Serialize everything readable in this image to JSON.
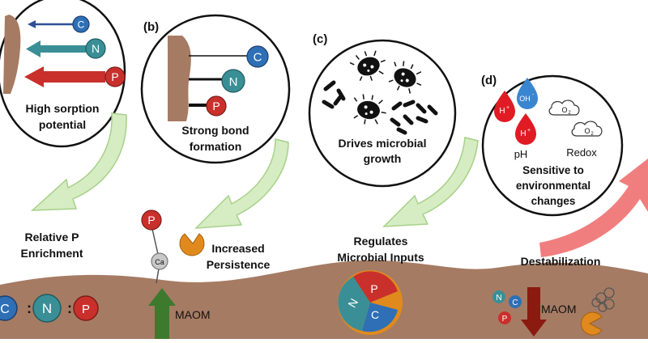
{
  "panels": {
    "b": {
      "letter": "(b)",
      "caption_line1": "Strong bond",
      "caption_line2": "formation"
    },
    "c": {
      "letter": "(c)",
      "caption_line1": "Drives microbial",
      "caption_line2": "growth"
    },
    "d": {
      "letter": "(d)",
      "caption_line1": "Sensitive to",
      "caption_line2": "environmental",
      "caption_line3": "changes",
      "ph_label": "pH",
      "redox_label": "Redox",
      "h_plus": "H",
      "h_plus_sup": "+",
      "oh_minus": "OH",
      "oh_minus_sup": "-",
      "o2": "O",
      "o2_sub": "2"
    }
  },
  "panel_a": {
    "caption_line1": "High sorption",
    "caption_line2": "potential"
  },
  "elements": {
    "c": "C",
    "n": "N",
    "p": "P",
    "ca": "Ca"
  },
  "outcomes": {
    "relative_p_line1": "Relative P",
    "relative_p_line2": "Enrichment",
    "increased_line1": "Increased",
    "increased_line2": "Persistence",
    "regulates_line1": "Regulates",
    "regulates_line2": "Microbial Inputs",
    "destabilization": "Destabilization"
  },
  "ratio": {
    "separator": ":"
  },
  "maom_label": "MAOM",
  "colors": {
    "soil": "#a67b63",
    "carbon": "#2e6fb5",
    "nitrogen": "#3a8f96",
    "phosphorus": "#c9302c",
    "green_arrow_fill": "#d6ecc2",
    "green_arrow_stroke": "#a8d18a",
    "dark_green": "#3d7a2d",
    "dark_red": "#8b1a10",
    "orange": "#e08a1e",
    "pink_arrow": "#ef7070",
    "h_drop": "#e01b24",
    "oh_drop": "#3a85d0"
  }
}
